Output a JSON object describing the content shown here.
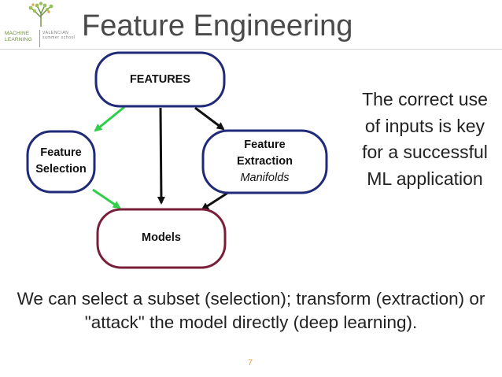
{
  "header": {
    "title": "Feature Engineering",
    "logo": {
      "left_text": "MACHINE LEARNING",
      "right_text": "VALENCIAN summer school",
      "icon": "tree-icon"
    }
  },
  "diagram": {
    "nodes": {
      "features": "FEATURES",
      "selection": "Feature Selection",
      "extraction": "Feature Extraction",
      "extraction_sub": "Manifolds",
      "models": "Models"
    },
    "colors": {
      "top_node_border": "#1f2a78",
      "models_border": "#7a1f3a",
      "green_arrow": "#2fcf4a",
      "black_arrow": "#111111"
    }
  },
  "side_note": "The correct use of inputs is key for a successful ML application",
  "caption": "We can select a subset (selection); transform (extraction) or \"attack\" the model directly (deep learning).",
  "page_number": "7"
}
